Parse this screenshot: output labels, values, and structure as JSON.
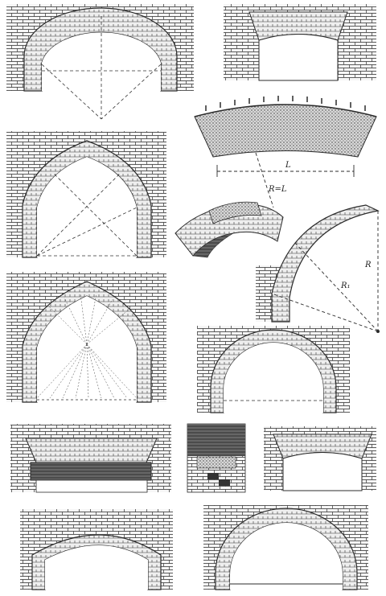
{
  "labels": {
    "span": "L",
    "radius_equals_span": "R=L",
    "outer_radius": "R",
    "inner_radius": "R₁"
  },
  "colors": {
    "ink": "#2b2b2b",
    "brick_light": "#f4f4f4",
    "fill_dark": "#555555"
  }
}
